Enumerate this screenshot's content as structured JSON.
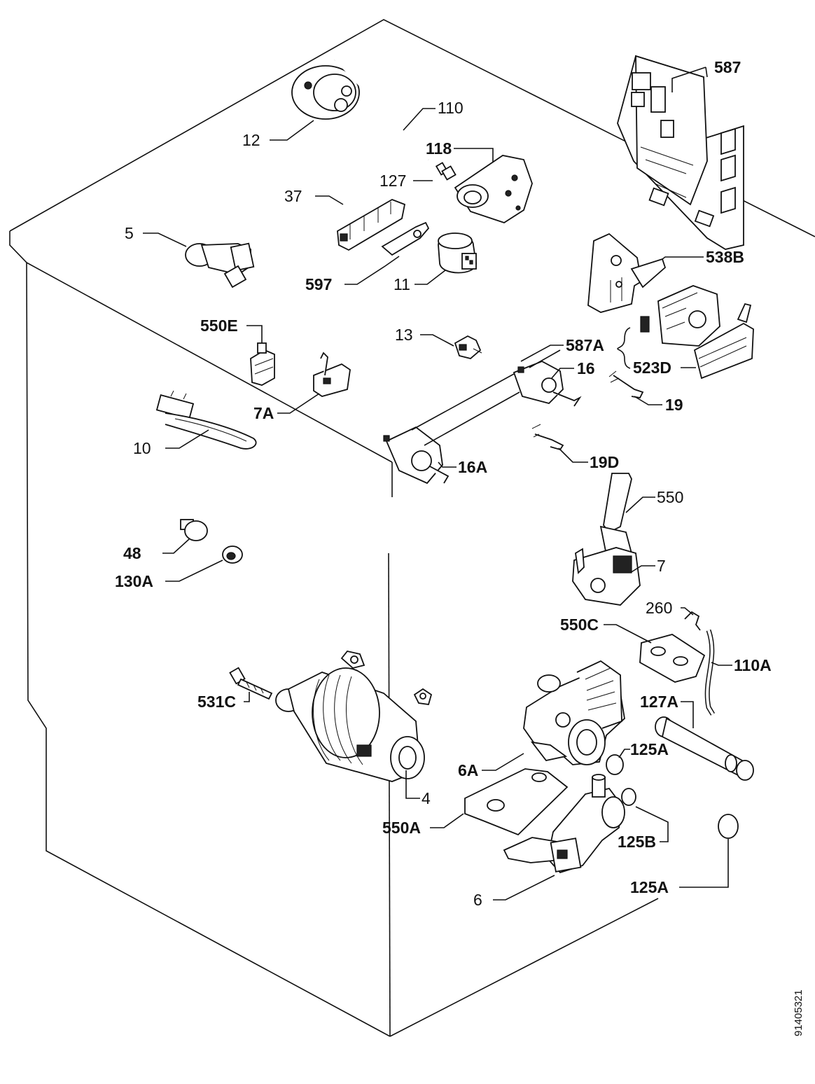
{
  "doc_id": "91405321",
  "labels": {
    "l587": "587",
    "l110": "110",
    "l12": "12",
    "l118": "118",
    "l127": "127",
    "l37": "37",
    "l5": "5",
    "l597": "597",
    "l11": "11",
    "l538b": "538B",
    "l550e": "550E",
    "l13": "13",
    "l587a": "587A",
    "l16": "16",
    "l523d": "523D",
    "l7a": "7A",
    "l19": "19",
    "l10": "10",
    "l16a": "16A",
    "l19d": "19D",
    "l550": "550",
    "l48": "48",
    "l130a": "130A",
    "l7": "7",
    "l260": "260",
    "l550c": "550C",
    "l110a": "110A",
    "l531c": "531C",
    "l127a": "127A",
    "l125a_top": "125A",
    "l6a": "6A",
    "l4": "4",
    "l550a": "550A",
    "l125b": "125B",
    "l6": "6",
    "l125a_bottom": "125A"
  }
}
